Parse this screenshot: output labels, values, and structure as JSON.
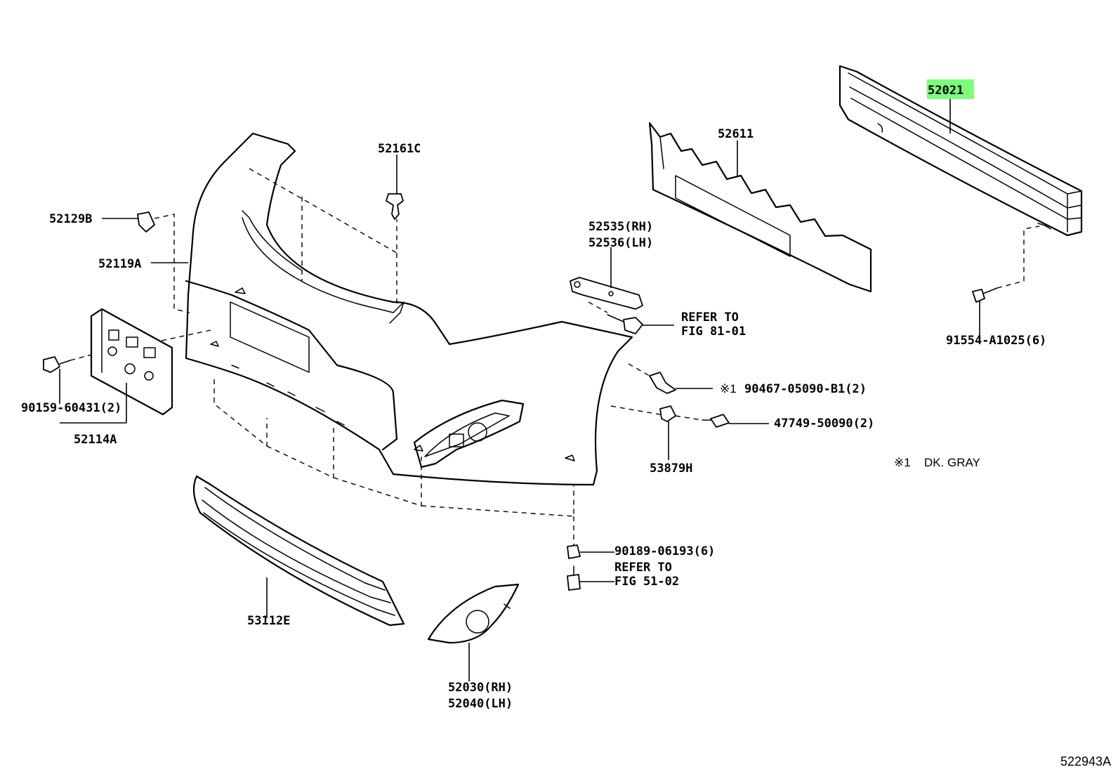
{
  "highlight_color": "#7dff7d",
  "labels": {
    "p52021": "52021",
    "p52611": "52611",
    "p52161c": "52161C",
    "p52129b": "52129B",
    "p52119a": "52119A",
    "p52535": "52535(RH)",
    "p52536": "52536(LH)",
    "refer1a": "REFER TO",
    "refer1b": "FIG 81-01",
    "p91554": "91554-A1025(6)",
    "p90467": "90467-05090-B1(2)",
    "p90467_mark": "※1",
    "p47749": "47749-50090(2)",
    "p53879h": "53879H",
    "note_mark": "※1",
    "note_text": "DK. GRAY",
    "p90159": "90159-60431(2)",
    "p52114a": "52114A",
    "p90189": "90189-06193(6)",
    "refer2a": "REFER TO",
    "refer2b": "FIG 51-02",
    "p53112e": "53112E",
    "p52030": "52030(RH)",
    "p52040": "52040(LH)",
    "diagram_ref": "522943A"
  }
}
